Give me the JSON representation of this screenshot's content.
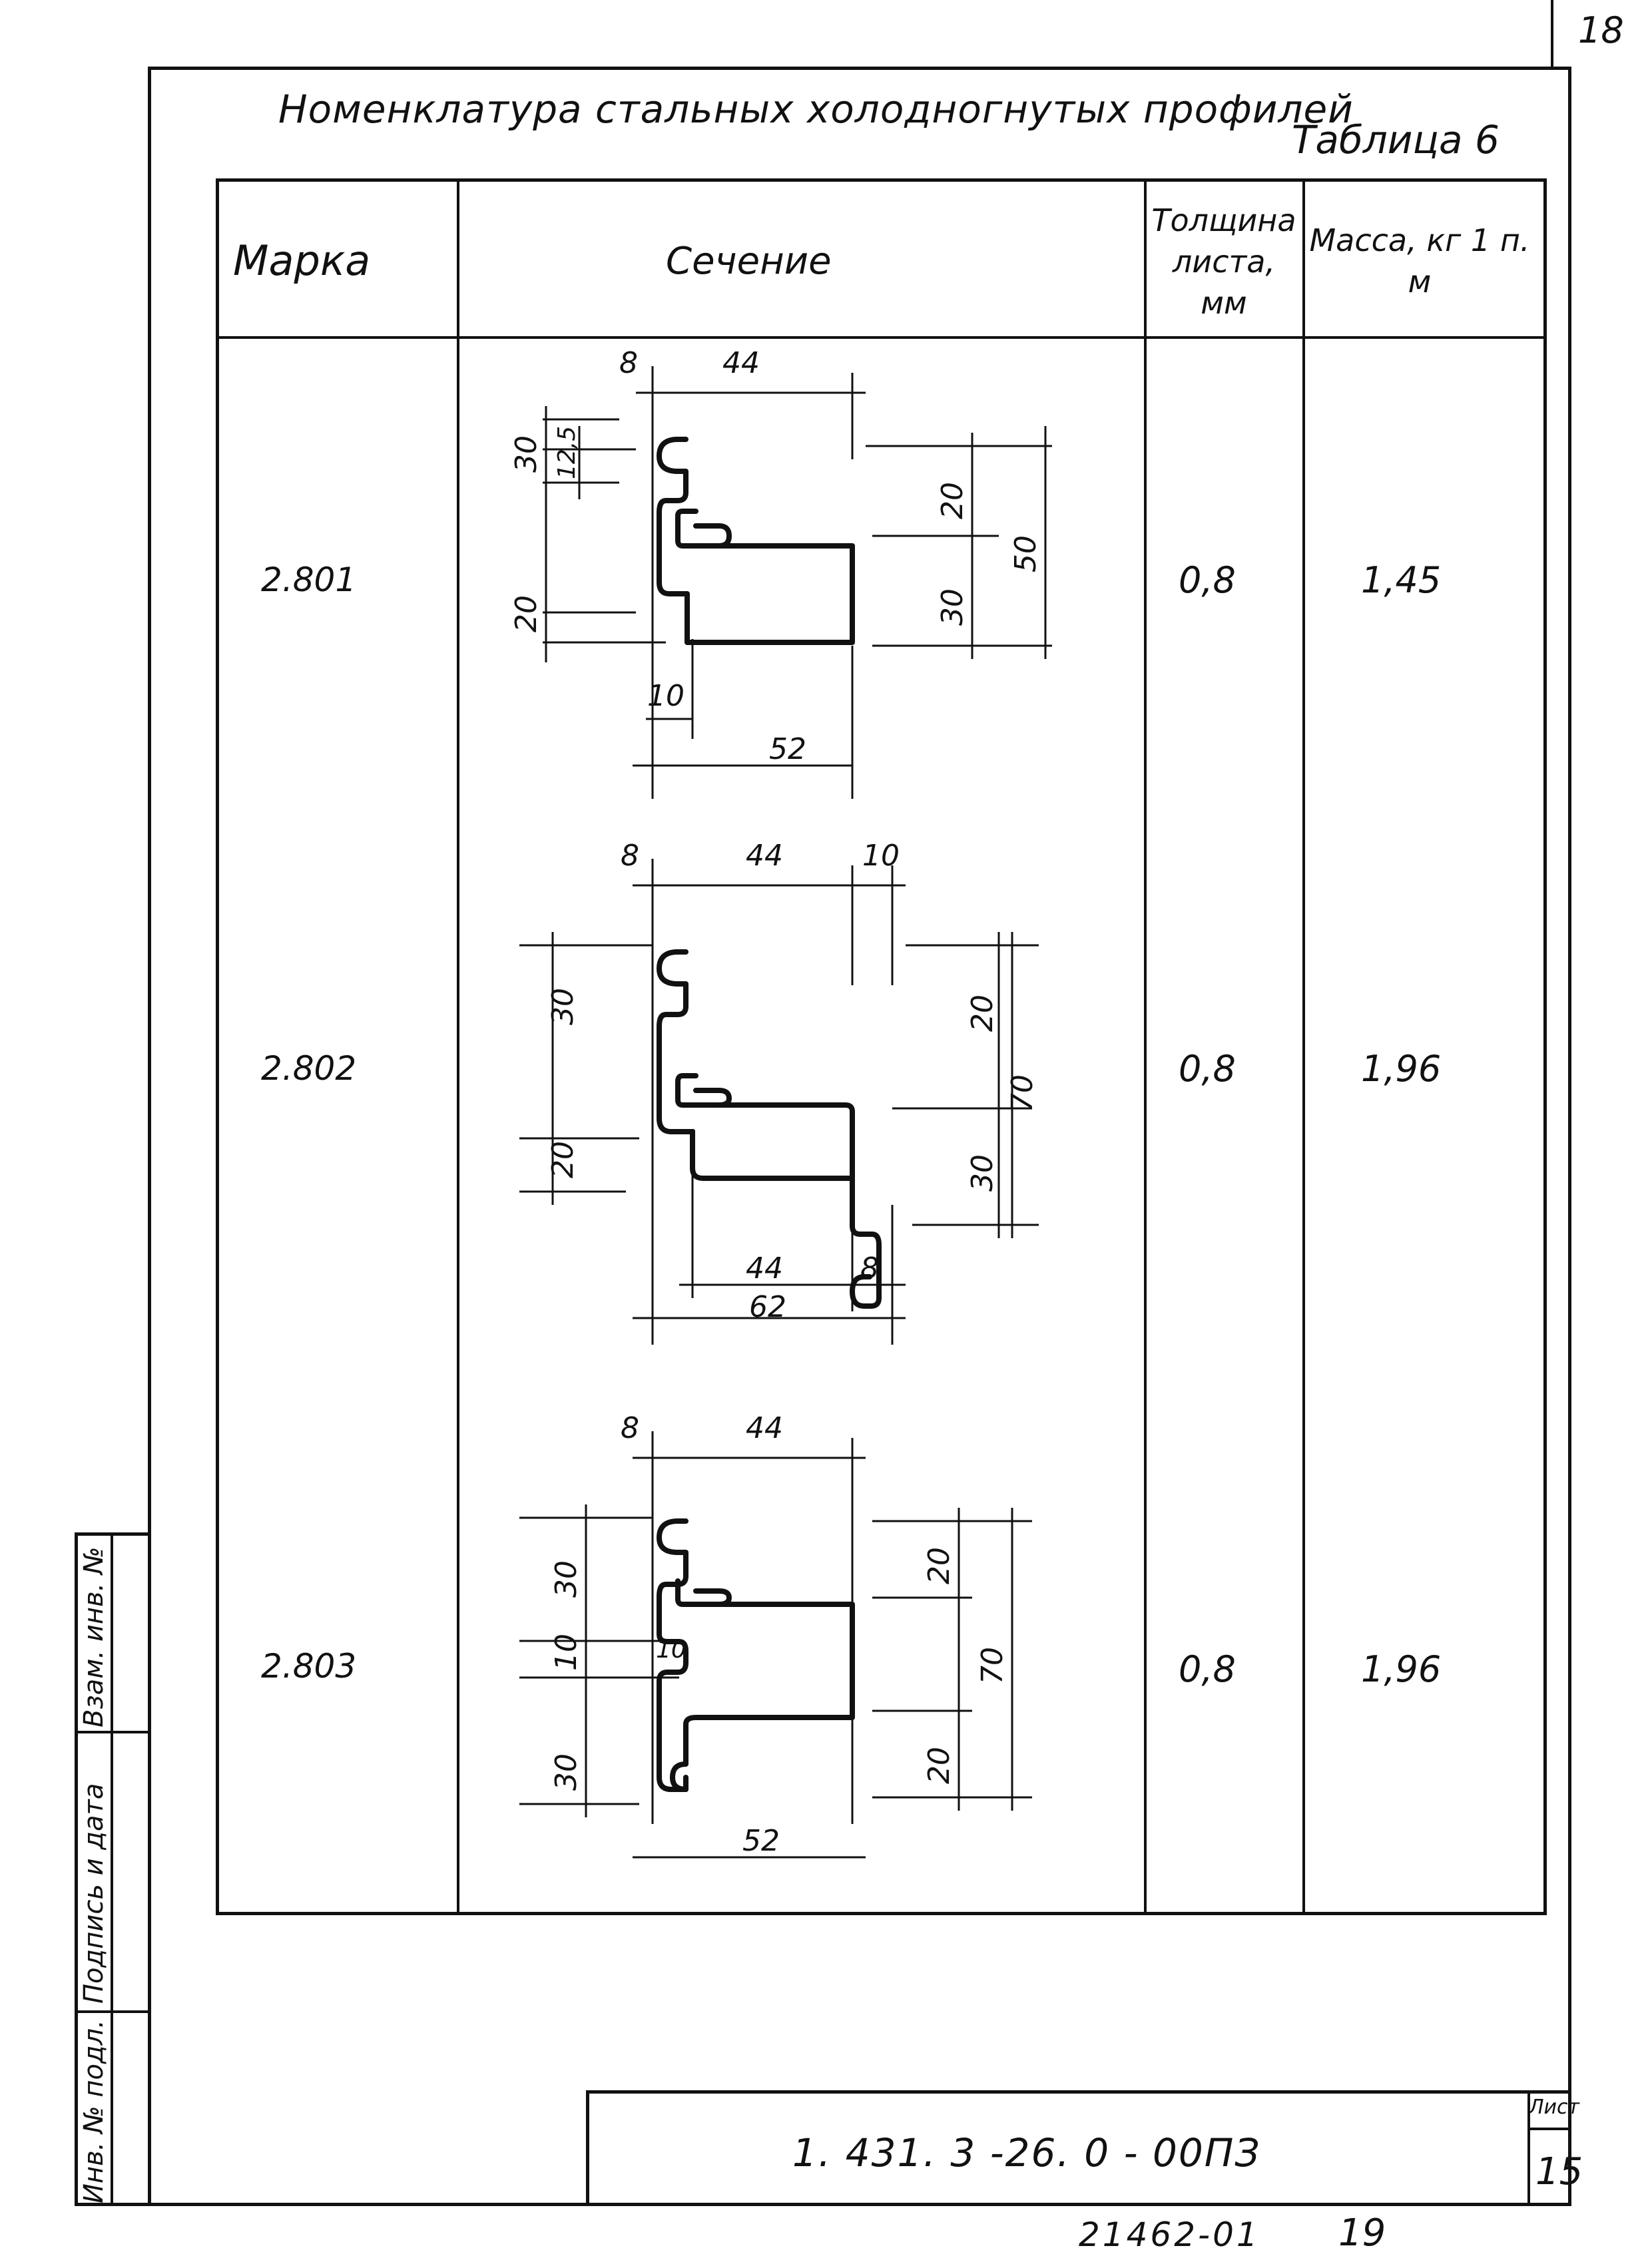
{
  "sheet_corner_number": "18",
  "title": "Номенклатура стальных холодногнутых профилей",
  "table_label": "Таблица 6",
  "table": {
    "headers": {
      "mark": "Марка",
      "section": "Сечение",
      "thickness": "Толщина листа, мм",
      "mass": "Масса, кг 1 п. м"
    },
    "rows": [
      {
        "mark": "2.801",
        "thickness": "0,8",
        "mass": "1,45",
        "dims": {
          "top_left": "8",
          "top": "44",
          "left_upper": "30",
          "left_inner": "12,5",
          "left_lower": "20",
          "right_upper": "20",
          "right_total": "50",
          "right_lower": "30",
          "bottom_inner": "10",
          "bottom": "52"
        }
      },
      {
        "mark": "2.802",
        "thickness": "0,8",
        "mass": "1,96",
        "dims": {
          "top_left": "8",
          "top": "44",
          "top_right": "10",
          "left_upper": "30",
          "left_lower": "20",
          "right_upper": "20",
          "right_total": "70",
          "right_lower": "30",
          "bottom_inner": "44",
          "bottom_right": "8",
          "bottom": "62"
        }
      },
      {
        "mark": "2.803",
        "thickness": "0,8",
        "mass": "1,96",
        "dims": {
          "top_left": "8",
          "top": "44",
          "left_upper": "30",
          "left_mid": "10",
          "inner_mid": "10",
          "left_lower": "30",
          "right_upper": "20",
          "right_total": "70",
          "right_lower": "20",
          "bottom": "52"
        }
      }
    ]
  },
  "side_stamp": {
    "cells": [
      "Инв. № подл.",
      "Подпись и дата",
      "Взам. инв. №"
    ]
  },
  "title_block": {
    "doc_code": "1. 431. 3 -26. 0 - 00ПЗ",
    "sheet_label": "Лист",
    "sheet_number": "15"
  },
  "footer": {
    "order": "21462-01",
    "page": "19"
  }
}
